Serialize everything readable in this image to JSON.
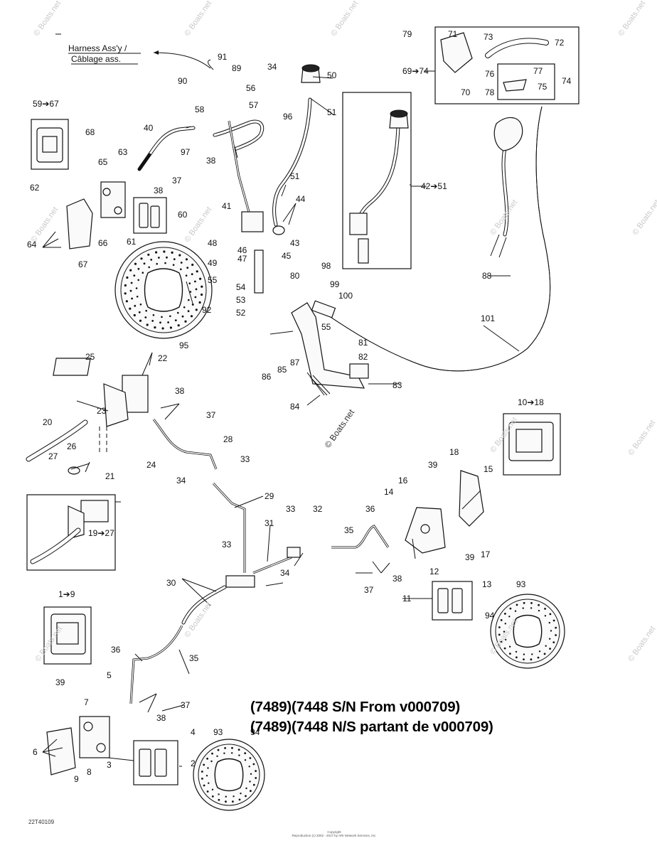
{
  "heading": {
    "line1": "(7489)(7448 S/N From v000709)",
    "line2": "(7489)(7448 N/S partant de v000709)"
  },
  "harness": {
    "line1": "Harness Ass'y /",
    "line2": "Câblage ass."
  },
  "drawing_code": "22T40109",
  "copyright": {
    "line1": "Copyright",
    "line2": "Reproduction (c) 2002 - 2017 by ARI Network Services, Inc."
  },
  "watermark": "© Boats.net",
  "callouts": [
    {
      "id": "c1",
      "text": "1➔9"
    },
    {
      "id": "c2",
      "text": "2"
    },
    {
      "id": "c3",
      "text": "3"
    },
    {
      "id": "c4",
      "text": "4"
    },
    {
      "id": "c5",
      "text": "5"
    },
    {
      "id": "c6",
      "text": "6"
    },
    {
      "id": "c7",
      "text": "7"
    },
    {
      "id": "c8",
      "text": "8"
    },
    {
      "id": "c9",
      "text": "9"
    },
    {
      "id": "c10",
      "text": "10➔18"
    },
    {
      "id": "c11",
      "text": "11"
    },
    {
      "id": "c12",
      "text": "12"
    },
    {
      "id": "c13",
      "text": "13"
    },
    {
      "id": "c14",
      "text": "14"
    },
    {
      "id": "c15",
      "text": "15"
    },
    {
      "id": "c16",
      "text": "16"
    },
    {
      "id": "c17",
      "text": "17"
    },
    {
      "id": "c18",
      "text": "18"
    },
    {
      "id": "c19",
      "text": "19➔27"
    },
    {
      "id": "c20",
      "text": "20"
    },
    {
      "id": "c21",
      "text": "21"
    },
    {
      "id": "c22",
      "text": "22"
    },
    {
      "id": "c23",
      "text": "23"
    },
    {
      "id": "c24",
      "text": "24"
    },
    {
      "id": "c25",
      "text": "25"
    },
    {
      "id": "c26",
      "text": "26"
    },
    {
      "id": "c27",
      "text": "27"
    },
    {
      "id": "c28",
      "text": "28"
    },
    {
      "id": "c29",
      "text": "29"
    },
    {
      "id": "c30",
      "text": "30"
    },
    {
      "id": "c31",
      "text": "31"
    },
    {
      "id": "c32",
      "text": "32"
    },
    {
      "id": "c33a",
      "text": "33"
    },
    {
      "id": "c33b",
      "text": "33"
    },
    {
      "id": "c33c",
      "text": "33"
    },
    {
      "id": "c34a",
      "text": "34"
    },
    {
      "id": "c34b",
      "text": "34"
    },
    {
      "id": "c34c",
      "text": "34"
    },
    {
      "id": "c35a",
      "text": "35"
    },
    {
      "id": "c35b",
      "text": "35"
    },
    {
      "id": "c36a",
      "text": "36"
    },
    {
      "id": "c36b",
      "text": "36"
    },
    {
      "id": "c37a",
      "text": "37"
    },
    {
      "id": "c37b",
      "text": "37"
    },
    {
      "id": "c37c",
      "text": "37"
    },
    {
      "id": "c37d",
      "text": "37"
    },
    {
      "id": "c38a",
      "text": "38"
    },
    {
      "id": "c38b",
      "text": "38"
    },
    {
      "id": "c38c",
      "text": "38"
    },
    {
      "id": "c38d",
      "text": "38"
    },
    {
      "id": "c38e",
      "text": "38"
    },
    {
      "id": "c39a",
      "text": "39"
    },
    {
      "id": "c39b",
      "text": "39"
    },
    {
      "id": "c39c",
      "text": "39"
    },
    {
      "id": "c40",
      "text": "40"
    },
    {
      "id": "c41",
      "text": "41"
    },
    {
      "id": "c42",
      "text": "42➔51"
    },
    {
      "id": "c43",
      "text": "43"
    },
    {
      "id": "c44",
      "text": "44"
    },
    {
      "id": "c45",
      "text": "45"
    },
    {
      "id": "c46",
      "text": "46"
    },
    {
      "id": "c47",
      "text": "47"
    },
    {
      "id": "c48",
      "text": "48"
    },
    {
      "id": "c49",
      "text": "49"
    },
    {
      "id": "c50",
      "text": "50"
    },
    {
      "id": "c51a",
      "text": "51"
    },
    {
      "id": "c51b",
      "text": "51"
    },
    {
      "id": "c52",
      "text": "52"
    },
    {
      "id": "c53",
      "text": "53"
    },
    {
      "id": "c54",
      "text": "54"
    },
    {
      "id": "c55a",
      "text": "55"
    },
    {
      "id": "c55b",
      "text": "55"
    },
    {
      "id": "c56",
      "text": "56"
    },
    {
      "id": "c57",
      "text": "57"
    },
    {
      "id": "c58",
      "text": "58"
    },
    {
      "id": "c59",
      "text": "59➔67"
    },
    {
      "id": "c60",
      "text": "60"
    },
    {
      "id": "c61",
      "text": "61"
    },
    {
      "id": "c62",
      "text": "62"
    },
    {
      "id": "c63",
      "text": "63"
    },
    {
      "id": "c64",
      "text": "64"
    },
    {
      "id": "c65",
      "text": "65"
    },
    {
      "id": "c66",
      "text": "66"
    },
    {
      "id": "c67",
      "text": "67"
    },
    {
      "id": "c68",
      "text": "68"
    },
    {
      "id": "c69",
      "text": "69➔74"
    },
    {
      "id": "c70",
      "text": "70"
    },
    {
      "id": "c71",
      "text": "71"
    },
    {
      "id": "c72",
      "text": "72"
    },
    {
      "id": "c73",
      "text": "73"
    },
    {
      "id": "c74",
      "text": "74"
    },
    {
      "id": "c75",
      "text": "75"
    },
    {
      "id": "c76",
      "text": "76"
    },
    {
      "id": "c77",
      "text": "77"
    },
    {
      "id": "c78",
      "text": "78"
    },
    {
      "id": "c79",
      "text": "79"
    },
    {
      "id": "c80",
      "text": "80"
    },
    {
      "id": "c81",
      "text": "81"
    },
    {
      "id": "c82",
      "text": "82"
    },
    {
      "id": "c83",
      "text": "83"
    },
    {
      "id": "c84",
      "text": "84"
    },
    {
      "id": "c85",
      "text": "85"
    },
    {
      "id": "c86",
      "text": "86"
    },
    {
      "id": "c87",
      "text": "87"
    },
    {
      "id": "c88",
      "text": "88"
    },
    {
      "id": "c89",
      "text": "89"
    },
    {
      "id": "c90",
      "text": "90"
    },
    {
      "id": "c91",
      "text": "91"
    },
    {
      "id": "c92",
      "text": "92"
    },
    {
      "id": "c93a",
      "text": "93"
    },
    {
      "id": "c93b",
      "text": "93"
    },
    {
      "id": "c94a",
      "text": "94"
    },
    {
      "id": "c94b",
      "text": "94"
    },
    {
      "id": "c95",
      "text": "95"
    },
    {
      "id": "c96",
      "text": "96"
    },
    {
      "id": "c97",
      "text": "97"
    },
    {
      "id": "c98",
      "text": "98"
    },
    {
      "id": "c99",
      "text": "99"
    },
    {
      "id": "c100",
      "text": "100"
    },
    {
      "id": "c101",
      "text": "101"
    }
  ]
}
